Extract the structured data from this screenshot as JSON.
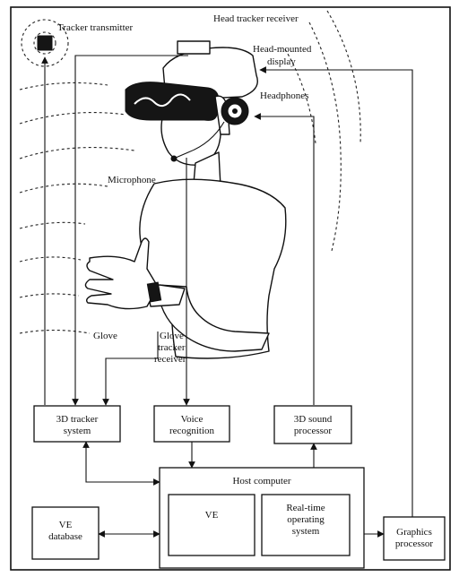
{
  "labels": {
    "head_tracker_receiver": "Head tracker receiver",
    "tracker_transmitter": "Tracker transmitter",
    "hmd_line1": "Head-mounted",
    "hmd_line2": "display",
    "headphones": "Headphones",
    "microphone": "Microphone",
    "glove": "Glove",
    "glove_tracker_1": "Glove",
    "glove_tracker_2": "tracker",
    "glove_tracker_3": "receiver"
  },
  "boxes": {
    "tracker_system": [
      "3D tracker",
      "system"
    ],
    "voice_recognition": [
      "Voice",
      "recognition"
    ],
    "sound_processor": [
      "3D sound",
      "processor"
    ],
    "host_computer": [
      "Host computer"
    ],
    "ve": [
      "VE"
    ],
    "rtos": [
      "Real-time",
      "operating",
      "system"
    ],
    "ve_database": [
      "VE",
      "database"
    ],
    "graphics_processor": [
      "Graphics",
      "processor"
    ]
  }
}
